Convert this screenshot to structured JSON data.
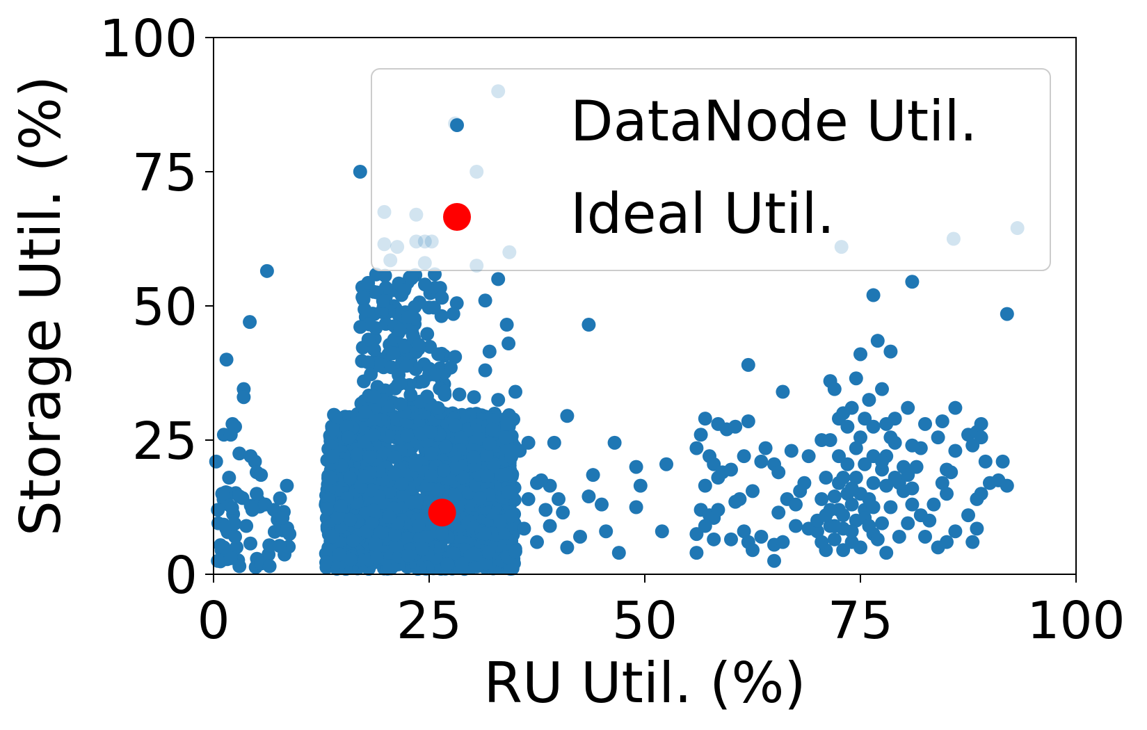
{
  "chart_data": {
    "type": "scatter",
    "xlabel": "RU Util. (%)",
    "ylabel": "Storage Util. (%)",
    "xlim": [
      0,
      100
    ],
    "ylim": [
      0,
      100
    ],
    "xticks": [
      "0",
      "25",
      "50",
      "75",
      "100"
    ],
    "yticks": [
      "0",
      "25",
      "50",
      "75",
      "100"
    ],
    "legend_position": "top-right",
    "grid": false,
    "series": [
      {
        "name": "DataNode Util.",
        "color": "#1f77b4",
        "points": [
          [
            0.3,
            21
          ],
          [
            0.5,
            12
          ],
          [
            1.0,
            15
          ],
          [
            1.5,
            40
          ],
          [
            1.2,
            26
          ],
          [
            2.2,
            28
          ],
          [
            2.5,
            27.5
          ],
          [
            2.0,
            26
          ],
          [
            3.0,
            22.5
          ],
          [
            3.5,
            34.5
          ],
          [
            3.5,
            33
          ],
          [
            4.2,
            47
          ],
          [
            4.3,
            22
          ],
          [
            4.8,
            21
          ],
          [
            5.0,
            19
          ],
          [
            5.5,
            18.5
          ],
          [
            6.2,
            56.5
          ],
          [
            6.0,
            13
          ],
          [
            7.5,
            11
          ],
          [
            8.5,
            16.5
          ],
          [
            8.8,
            7.5
          ],
          [
            5.5,
            2
          ],
          [
            6.5,
            1.5
          ],
          [
            3.0,
            1.5
          ],
          [
            2.0,
            3
          ],
          [
            1.2,
            5
          ],
          [
            0.5,
            2.5
          ],
          [
            2.5,
            7
          ],
          [
            3.8,
            9
          ],
          [
            4.5,
            12
          ],
          [
            5.0,
            15
          ],
          [
            7.0,
            12
          ],
          [
            8.0,
            10.5
          ],
          [
            1.8,
            18
          ],
          [
            3.0,
            14.5
          ],
          [
            17.0,
            75
          ],
          [
            28.0,
            84
          ],
          [
            33.0,
            55
          ],
          [
            31.5,
            51
          ],
          [
            34.0,
            46.5
          ],
          [
            34.2,
            43
          ],
          [
            28.2,
            50.5
          ],
          [
            27.8,
            48.5
          ],
          [
            28.0,
            40.5
          ],
          [
            27.5,
            38.5
          ],
          [
            28.5,
            33.5
          ],
          [
            30.2,
            33
          ],
          [
            31.5,
            38
          ],
          [
            32.0,
            41.5
          ],
          [
            33.0,
            32.5
          ],
          [
            35.0,
            34
          ],
          [
            43.5,
            46.5
          ],
          [
            41.0,
            29.5
          ],
          [
            39.5,
            24.5
          ],
          [
            36.5,
            24.5
          ],
          [
            35.5,
            23
          ],
          [
            46.5,
            24.5
          ],
          [
            49.0,
            20
          ],
          [
            49.5,
            16.5
          ],
          [
            52.5,
            20.5
          ],
          [
            49.0,
            12.5
          ],
          [
            52.0,
            8
          ],
          [
            47.0,
            4
          ],
          [
            45.0,
            13
          ],
          [
            44.0,
            18.5
          ],
          [
            43.5,
            14.5
          ],
          [
            45.5,
            8
          ],
          [
            41.0,
            5
          ],
          [
            42.5,
            7
          ],
          [
            39.0,
            16.5
          ],
          [
            40.0,
            14
          ],
          [
            40.5,
            11.5
          ],
          [
            38.0,
            17.5
          ],
          [
            38.5,
            12
          ],
          [
            39.0,
            9
          ],
          [
            37.5,
            6
          ],
          [
            36.0,
            8.5
          ],
          [
            36.5,
            14
          ],
          [
            37.5,
            17
          ],
          [
            56.0,
            23.5
          ],
          [
            56.5,
            26
          ],
          [
            57.0,
            29
          ],
          [
            58.5,
            28
          ],
          [
            59.5,
            27
          ],
          [
            60.5,
            27.5
          ],
          [
            62.0,
            28.5
          ],
          [
            62.0,
            39
          ],
          [
            66.0,
            34
          ],
          [
            57.5,
            22
          ],
          [
            58.0,
            20.5
          ],
          [
            58.5,
            18
          ],
          [
            59.0,
            19
          ],
          [
            60.0,
            19.5
          ],
          [
            61.5,
            22
          ],
          [
            63.5,
            21
          ],
          [
            64.0,
            23.5
          ],
          [
            65.0,
            20.5
          ],
          [
            65.5,
            19
          ],
          [
            62.5,
            15.5
          ],
          [
            61.0,
            14
          ],
          [
            60.5,
            13.5
          ],
          [
            57.0,
            16.5
          ],
          [
            56.5,
            12
          ],
          [
            57.5,
            11
          ],
          [
            58.0,
            10.5
          ],
          [
            58.5,
            12
          ],
          [
            56.0,
            7.5
          ],
          [
            56.0,
            4
          ],
          [
            57.0,
            9
          ],
          [
            58.0,
            6.5
          ],
          [
            60.0,
            6.5
          ],
          [
            61.5,
            8
          ],
          [
            62.0,
            6
          ],
          [
            62.5,
            4.5
          ],
          [
            63.5,
            7
          ],
          [
            65.0,
            5.5
          ],
          [
            65.5,
            11.5
          ],
          [
            66.0,
            6
          ],
          [
            65.0,
            2.5
          ],
          [
            66.5,
            14
          ],
          [
            67.5,
            13
          ],
          [
            68.0,
            15.5
          ],
          [
            68.5,
            17
          ],
          [
            67.0,
            23
          ],
          [
            69.0,
            22
          ],
          [
            67.5,
            9
          ],
          [
            69.0,
            8.5
          ],
          [
            70.0,
            8
          ],
          [
            70.5,
            25
          ],
          [
            71.5,
            25
          ],
          [
            71.5,
            36
          ],
          [
            72.0,
            34.5
          ],
          [
            72.5,
            29
          ],
          [
            73.0,
            30
          ],
          [
            73.5,
            27.5
          ],
          [
            74.0,
            31
          ],
          [
            74.5,
            36.5
          ],
          [
            75.0,
            41
          ],
          [
            76.0,
            32.5
          ],
          [
            76.5,
            52
          ],
          [
            77.0,
            43.5
          ],
          [
            78.5,
            41.5
          ],
          [
            77.5,
            34.5
          ],
          [
            75.5,
            29
          ],
          [
            76.5,
            27.5
          ],
          [
            78.0,
            28
          ],
          [
            79.0,
            29
          ],
          [
            80.5,
            31
          ],
          [
            81.0,
            54.5
          ],
          [
            82.0,
            23.5
          ],
          [
            82.5,
            28
          ],
          [
            84.0,
            25.5
          ],
          [
            84.5,
            28.5
          ],
          [
            85.0,
            19.5
          ],
          [
            85.5,
            19
          ],
          [
            86.0,
            31
          ],
          [
            86.0,
            23
          ],
          [
            87.5,
            26
          ],
          [
            88.0,
            24
          ],
          [
            88.5,
            26.5
          ],
          [
            89.0,
            28
          ],
          [
            89.0,
            25.5
          ],
          [
            89.5,
            21
          ],
          [
            91.5,
            21
          ],
          [
            92.0,
            48.5
          ],
          [
            90.0,
            17
          ],
          [
            91.0,
            17.5
          ],
          [
            92.0,
            16.5
          ],
          [
            89.0,
            15
          ],
          [
            88.5,
            14
          ],
          [
            87.5,
            11
          ],
          [
            88.0,
            6
          ],
          [
            88.5,
            8.5
          ],
          [
            85.0,
            15
          ],
          [
            84.5,
            17
          ],
          [
            83.5,
            13
          ],
          [
            84.0,
            5
          ],
          [
            85.0,
            6
          ],
          [
            86.0,
            8
          ],
          [
            82.0,
            11
          ],
          [
            81.0,
            13
          ],
          [
            80.0,
            15.5
          ],
          [
            79.5,
            17
          ],
          [
            79.0,
            18
          ],
          [
            80.0,
            20
          ],
          [
            81.0,
            24
          ],
          [
            79.0,
            24.5
          ],
          [
            78.5,
            25.5
          ],
          [
            78.0,
            22
          ],
          [
            77.5,
            19.5
          ],
          [
            76.5,
            17
          ],
          [
            76.0,
            14
          ],
          [
            75.5,
            12
          ],
          [
            74.5,
            10
          ],
          [
            73.0,
            8.5
          ],
          [
            72.0,
            6.5
          ],
          [
            71.0,
            4.5
          ],
          [
            70.5,
            6
          ],
          [
            71.5,
            9
          ],
          [
            72.5,
            12
          ],
          [
            73.5,
            15
          ],
          [
            74.5,
            18
          ],
          [
            75.5,
            20.5
          ],
          [
            76.5,
            22
          ],
          [
            77.5,
            21
          ],
          [
            78.0,
            16.5
          ],
          [
            78.5,
            12.5
          ],
          [
            77.5,
            9.5
          ],
          [
            76.5,
            7.5
          ],
          [
            75.0,
            5
          ],
          [
            74.0,
            6
          ],
          [
            73.0,
            4.5
          ],
          [
            71.0,
            11
          ],
          [
            72.0,
            14.5
          ],
          [
            72.5,
            17
          ],
          [
            73.5,
            20.5
          ],
          [
            74.5,
            23.5
          ],
          [
            75.0,
            25.5
          ],
          [
            72.5,
            22
          ],
          [
            71.0,
            18
          ],
          [
            70.5,
            14
          ],
          [
            71.5,
            12
          ],
          [
            74.0,
            13
          ],
          [
            75.5,
            10.5
          ],
          [
            76.5,
            12.5
          ],
          [
            77.0,
            6.5
          ],
          [
            78.0,
            4
          ],
          [
            79.5,
            7
          ],
          [
            80.5,
            9.5
          ],
          [
            81.0,
            16
          ],
          [
            80.5,
            18.5
          ],
          [
            81.5,
            20
          ],
          [
            82.5,
            7
          ],
          [
            83.0,
            10
          ],
          [
            73.0,
            11
          ],
          [
            74.0,
            8
          ],
          [
            72.0,
            9
          ],
          [
            75.0,
            15
          ],
          [
            74.0,
            16
          ],
          [
            73.0,
            18
          ],
          [
            76.0,
            9
          ],
          [
            70.0,
            10
          ]
        ],
        "dense_clusters": [
          {
            "x_range": [
              13,
              35
            ],
            "y_range": [
              1,
              30
            ],
            "count": 1400
          },
          {
            "x_range": [
              17,
              27
            ],
            "y_range": [
              30,
              56
            ],
            "count": 150
          },
          {
            "x_range": [
              0,
              9
            ],
            "y_range": [
              1,
              16
            ],
            "count": 40
          }
        ]
      },
      {
        "name": "Ideal Util.",
        "color": "#ff0000",
        "points": [
          [
            26.5,
            11.5
          ]
        ]
      }
    ]
  },
  "hidden_faded_points": [
    [
      33.0,
      90
    ],
    [
      30.5,
      75
    ],
    [
      19.8,
      67.5
    ],
    [
      23.5,
      67
    ],
    [
      72.8,
      61
    ],
    [
      85.8,
      62.5
    ],
    [
      93.2,
      64.5
    ],
    [
      19.8,
      61.5
    ],
    [
      21.3,
      61
    ],
    [
      23.5,
      62
    ],
    [
      24.5,
      62
    ],
    [
      25.3,
      62
    ],
    [
      34.3,
      60
    ],
    [
      30.5,
      57.5
    ],
    [
      20.5,
      58.5
    ],
    [
      24.5,
      58
    ]
  ]
}
